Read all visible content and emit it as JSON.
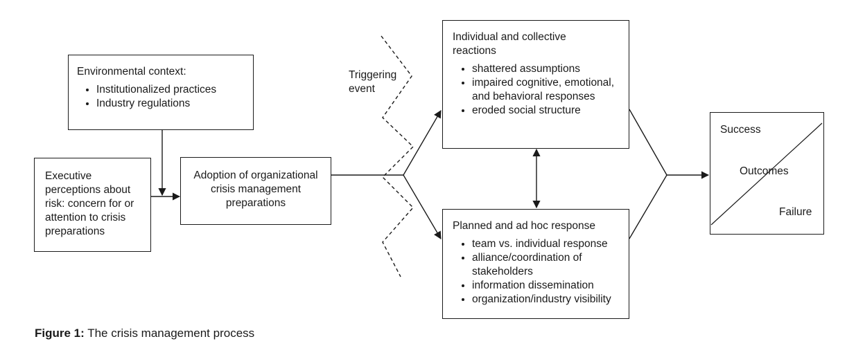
{
  "environment": {
    "title": "Environmental context:",
    "items": [
      "Institutionalized practices",
      "Industry regulations"
    ]
  },
  "executive": {
    "text": "Executive perceptions about risk: concern for or attention to crisis preparations"
  },
  "adoption": {
    "text": "Adoption of organizational crisis management preparations"
  },
  "trigger": {
    "label": "Triggering event"
  },
  "reactions": {
    "title": "Individual and collective reactions",
    "items": [
      "shattered assumptions",
      "impaired cognitive, emotional, and behavioral responses",
      "eroded social structure"
    ]
  },
  "response": {
    "title": "Planned and ad hoc response",
    "items": [
      "team vs. individual response",
      "alliance/coordination of stakeholders",
      "information dissemination",
      "organization/industry visibility"
    ]
  },
  "outcomes": {
    "success": "Success",
    "label": "Outcomes",
    "failure": "Failure"
  },
  "caption": {
    "label": "Figure 1:",
    "text": "The crisis management process"
  }
}
